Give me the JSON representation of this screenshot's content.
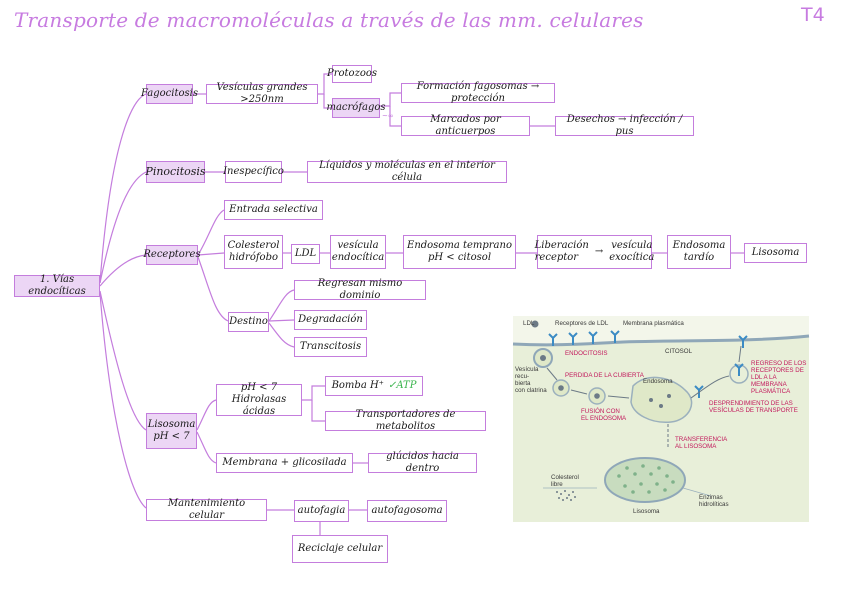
{
  "title": "Transporte de macromoléculas a través de las mm. celulares",
  "tag": "T4",
  "nodes": {
    "root": "1. Vías endocíticas",
    "fagocitosis": "Fagocitosis",
    "vesiculas": "Vesículas grandes >250nm",
    "protozoos": "Protozoos",
    "macrofagos": "macrófagos",
    "formacion": "Formación fagosomas → protección",
    "marcados": "Marcados por anticuerpos",
    "desechos": "Desechos → infección / pus",
    "pinocitosis": "Pinocitosis",
    "inespecifico": "Inespecífico",
    "liquidos": "Líquidos y moléculas en el interior célula",
    "receptores": "Receptores",
    "entrada": "Entrada selectiva",
    "colesterol": "Colesterol\nhidrófobo",
    "ldl": "LDL",
    "vesicula_endo": "vesícula\nendocítica",
    "endosoma_temp": "Endosoma temprano\npH < citosol",
    "liberacion": "Liberación\nreceptor",
    "vesicula_exo": "vesícula\nexocítica",
    "endosoma_tardio": "Endosoma\ntardío",
    "lisosoma_n": "Lisosoma",
    "destino": "Destino",
    "regresan": "Regresan mismo dominio",
    "degradacion": "Degradación",
    "transcitosis": "Transcitosis",
    "lisosoma_ph": "Lisosoma\npH < 7",
    "hidrolasas": "pH < 7\nHidrolasas ácidas",
    "bomba": "Bomba H⁺",
    "atp": "✓ATP",
    "transportadores": "Transportadores de metabolitos",
    "membrana": "Membrana + glicosilada",
    "glucidos": "glúcidos hacia dentro",
    "mantenimiento": "Mantenimiento celular",
    "autofagia": "autofagia",
    "autofagosoma": "autofagosoma",
    "reciclaje": "Reciclaje celular",
    "arrow_note": "→"
  },
  "figure": {
    "ldl": "LDL",
    "receptores": "Receptores de LDL",
    "membrana": "Membrana plasmática",
    "endocitosis": "ENDOCITOSIS",
    "citosol": "CITOSOL",
    "vesicula_clatrina": "Vesícula\nrecu-\nbierta\ncon clatrina",
    "perdida": "PERDIDA DE LA CUBIERTA",
    "endosoma": "Endosoma",
    "regreso": "REGRESO DE LOS\nRECEPTORES DE\nLDL A LA MEMBRANA\nPLASMÁTICA",
    "fusion": "FUSIÓN CON\nEL ENDOSOMA",
    "desprendimiento": "DESPRENDIMIENTO DE LAS\nVESÍCULAS DE TRANSPORTE",
    "transferencia": "TRANSFERENCIA\nAL LISOSOMA",
    "colesterol_libre": "Colesterol\nlibre",
    "enzimas": "Enzimas\nhidrolíticas",
    "lisosoma": "Lisosoma"
  },
  "colors": {
    "accent": "#c47ddd",
    "shade": "#ecd6f5",
    "title": "#c77be0",
    "check": "#37b34a"
  }
}
